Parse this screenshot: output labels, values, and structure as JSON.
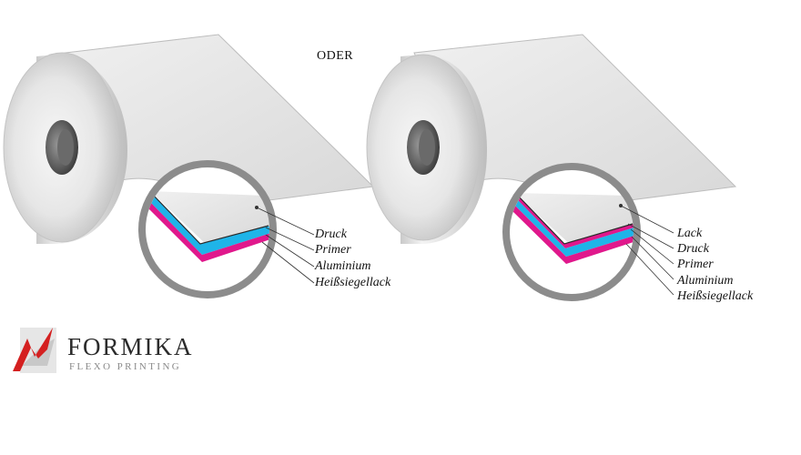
{
  "separator_label": "ODER",
  "diagram_left": {
    "layers": [
      "Druck",
      "Primer",
      "Aluminium",
      "Heißsiegellack"
    ]
  },
  "diagram_right": {
    "layers": [
      "Lack",
      "Druck",
      "Primer",
      "Aluminium",
      "Heißsiegellack"
    ]
  },
  "logo": {
    "name": "FORMIKA",
    "tagline": "FLEXO PRINTING"
  },
  "colors": {
    "aluminium_layer": "#1fb4e8",
    "heatseal_layer": "#e0188c",
    "magnifier_ring": "#8c8c8c",
    "logo_red": "#d42020"
  }
}
